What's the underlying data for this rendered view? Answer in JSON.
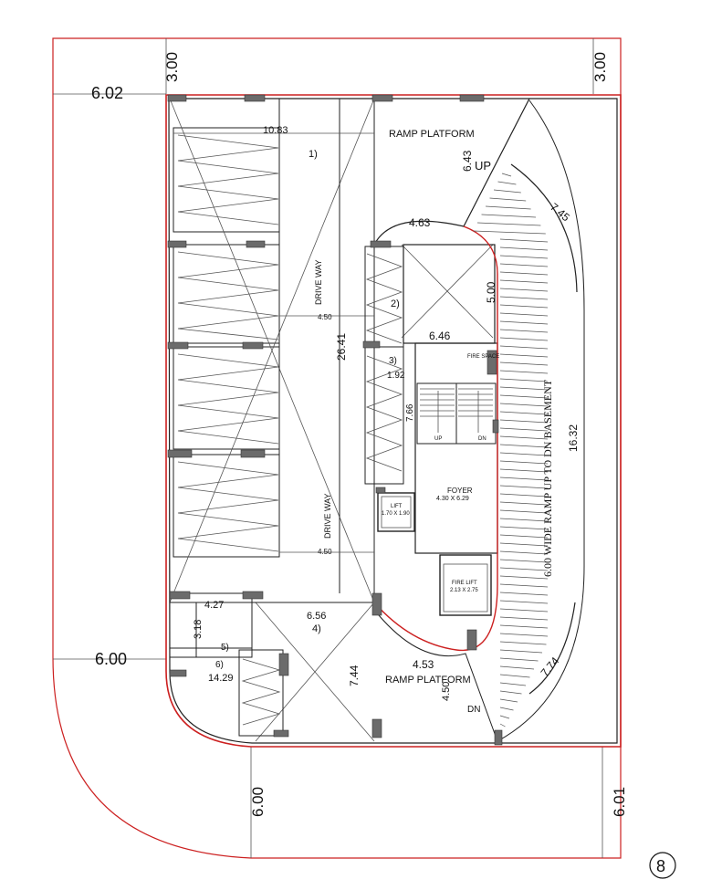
{
  "dims": {
    "top_left_offset": "6.02",
    "top_left_setback": "3.00",
    "top_right_setback": "3.00",
    "left_lower_offset": "6.00",
    "bottom_left_setback": "6.00",
    "bottom_right_setback": "6.01",
    "parking_width_top": "10.83",
    "drive_way_width_1": "4.50",
    "drive_way_width_2": "4.50",
    "core_length": "26.41",
    "ramp_top_height": "6.43",
    "ramp_top_width": "4.63",
    "ramp_outer_radius_top": "7.45",
    "lobby_height": "5.00",
    "lobby_width": "6.46",
    "stair_width": "1.92",
    "stair_length": "7.66",
    "ramp_length": "16.32",
    "lower_parking_width": "4.27",
    "lower_parking_height": "3.18",
    "lower_drive_width": "6.56",
    "lower_drive_length": "7.44",
    "ramp_bottom_width": "4.53",
    "ramp_bottom_height": "4.50",
    "ramp_outer_radius_bottom": "7.74",
    "area_6": "14.29"
  },
  "labels": {
    "ramp_platform_top": "RAMP PLATFORM",
    "ramp_platform_bottom": "RAMP PLATFORM",
    "up": "UP",
    "dn": "DN",
    "drive_way_1": "DRIVE WAY",
    "drive_way_2": "DRIVE WAY",
    "fire_space": "FIRE SPACE",
    "stair_up": "UP",
    "stair_dn": "DN",
    "foyer": "FOYER",
    "foyer_size": "4.30 X 6.29",
    "lift": "LIFT",
    "lift_size": "1.70 X 1.90",
    "fire_lift": "FIRE LIFT",
    "fire_lift_size": "2.13 X 2.75",
    "ramp_note": "6.00 WIDE RAMP UP TO DN BASEMENT",
    "zone_1": "1)",
    "zone_2": "2)",
    "zone_3": "3)",
    "zone_4": "4)",
    "zone_5": "5)",
    "zone_6": "6)",
    "sheet_number": "8"
  }
}
